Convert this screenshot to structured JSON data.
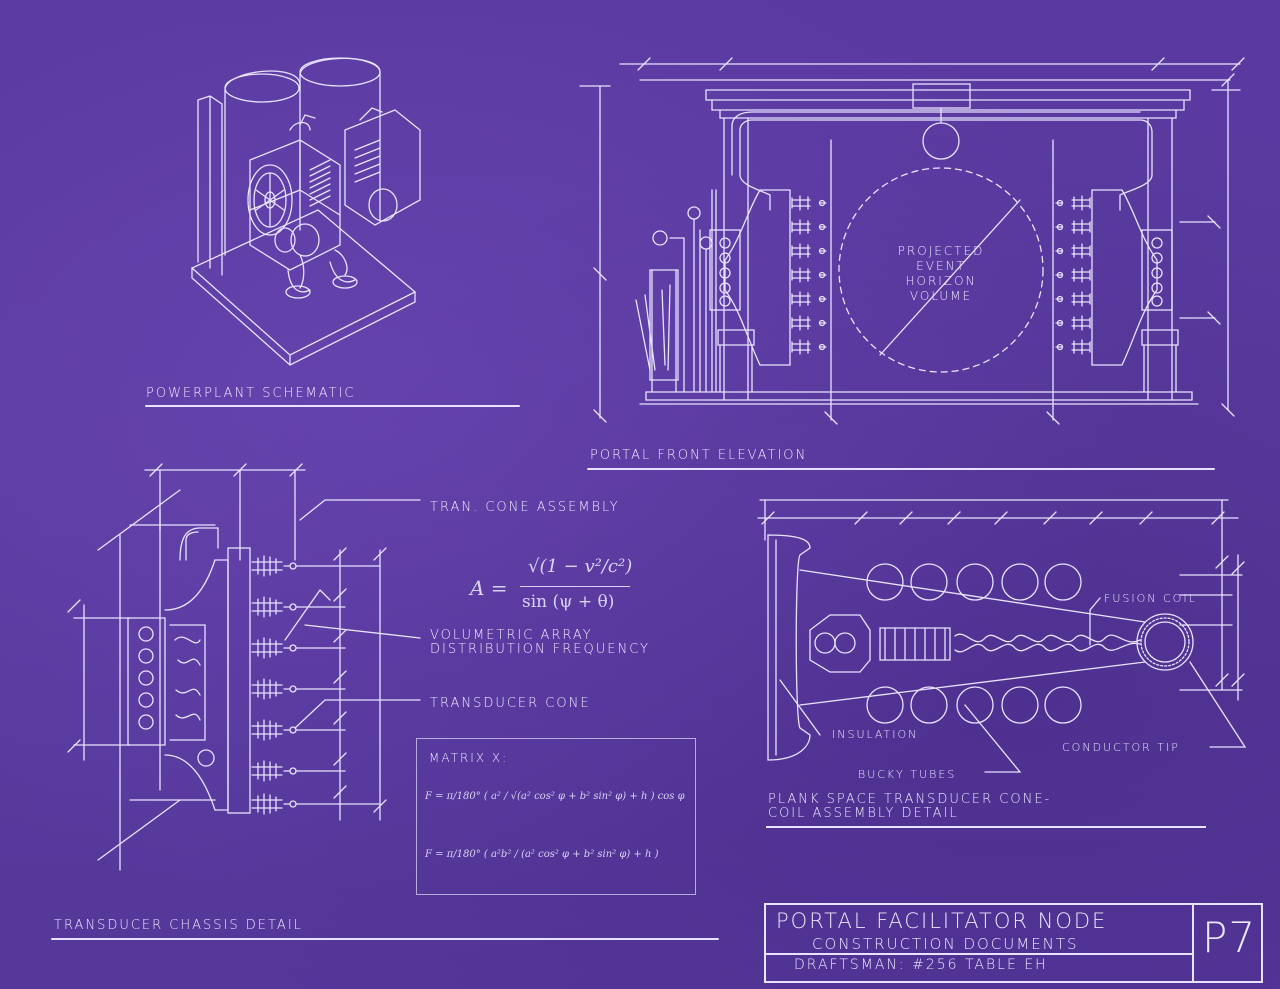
{
  "labels": {
    "powerplant": "POWERPLANT SCHEMATIC",
    "portal_front": "PORTAL FRONT ELEVATION",
    "event_horizon": [
      "PROJECTED",
      "EVENT",
      "HORIZON",
      "VOLUME"
    ],
    "tran_cone": "TRAN. CONE ASSEMBLY",
    "volumetric_1": "VOLUMETRIC ARRAY",
    "volumetric_2": "DISTRIBUTION FREQUENCY",
    "transducer_cone": "TRANSDUCER CONE",
    "transducer_chassis": "TRANSDUCER CHASSIS DETAIL",
    "fusion_coil": "FUSION COIL",
    "insulation": "INSULATION",
    "conductor_tip": "CONDUCTOR TIP",
    "bucky_tubes": "BUCKY TUBES",
    "plank_1": "PLANK SPACE TRANSDUCER CONE-",
    "plank_2": "COIL ASSEMBLY DETAIL",
    "matrix_title": "MATRIX X:"
  },
  "formula": {
    "lhs": "A =",
    "numerator": "√(1 − v²/c²)",
    "denominator": "sin (ψ + θ)"
  },
  "matrix": {
    "row1": "F = π/180° ( a² / √(a² cos² φ + b² sin² φ) + h ) cos φ",
    "row2": "F = π/180° ( a²b² / (a² cos² φ + b² sin² φ) + h )"
  },
  "title_block": {
    "title": "PORTAL FACILITATOR NODE",
    "subtitle": "CONSTRUCTION DOCUMENTS",
    "draftsman": "DRAFTSMAN: #256 TABLE EH",
    "sheet_no": "P7"
  },
  "colors": {
    "background": "#5b3a9e",
    "ink": "#e8e2ff"
  }
}
